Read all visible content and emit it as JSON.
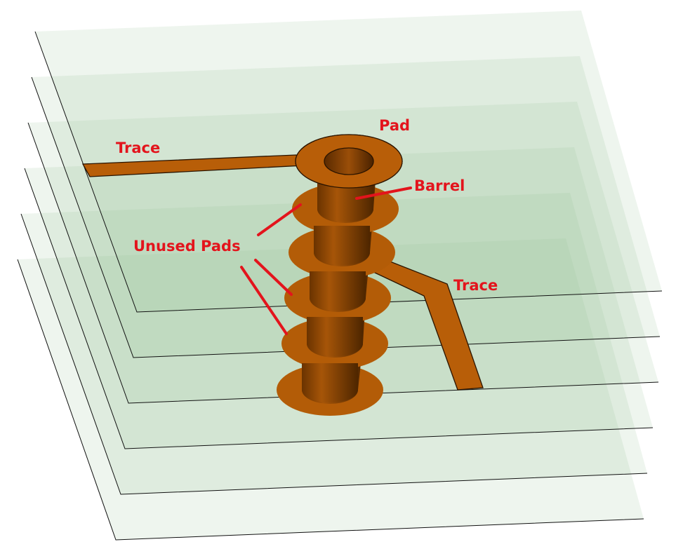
{
  "labels": {
    "trace_left": "Trace",
    "pad": "Pad",
    "barrel": "Barrel",
    "unused_pads": "Unused Pads",
    "trace_right": "Trace"
  },
  "colors": {
    "copper": "#b85e08",
    "label": "#e3141c",
    "layer": "#96be96"
  }
}
